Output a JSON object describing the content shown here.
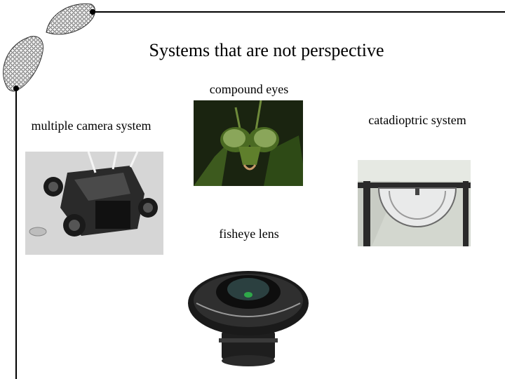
{
  "slide": {
    "title": "Systems that are not perspective",
    "labels": {
      "compound": "compound eyes",
      "multiple": "multiple camera system",
      "catadioptric": "catadioptric system",
      "fisheye": "fisheye lens"
    }
  },
  "colors": {
    "accent_line": "#000000",
    "background": "#ffffff"
  },
  "icons": [
    "compound-eye-icon",
    "compound-eye-icon"
  ]
}
